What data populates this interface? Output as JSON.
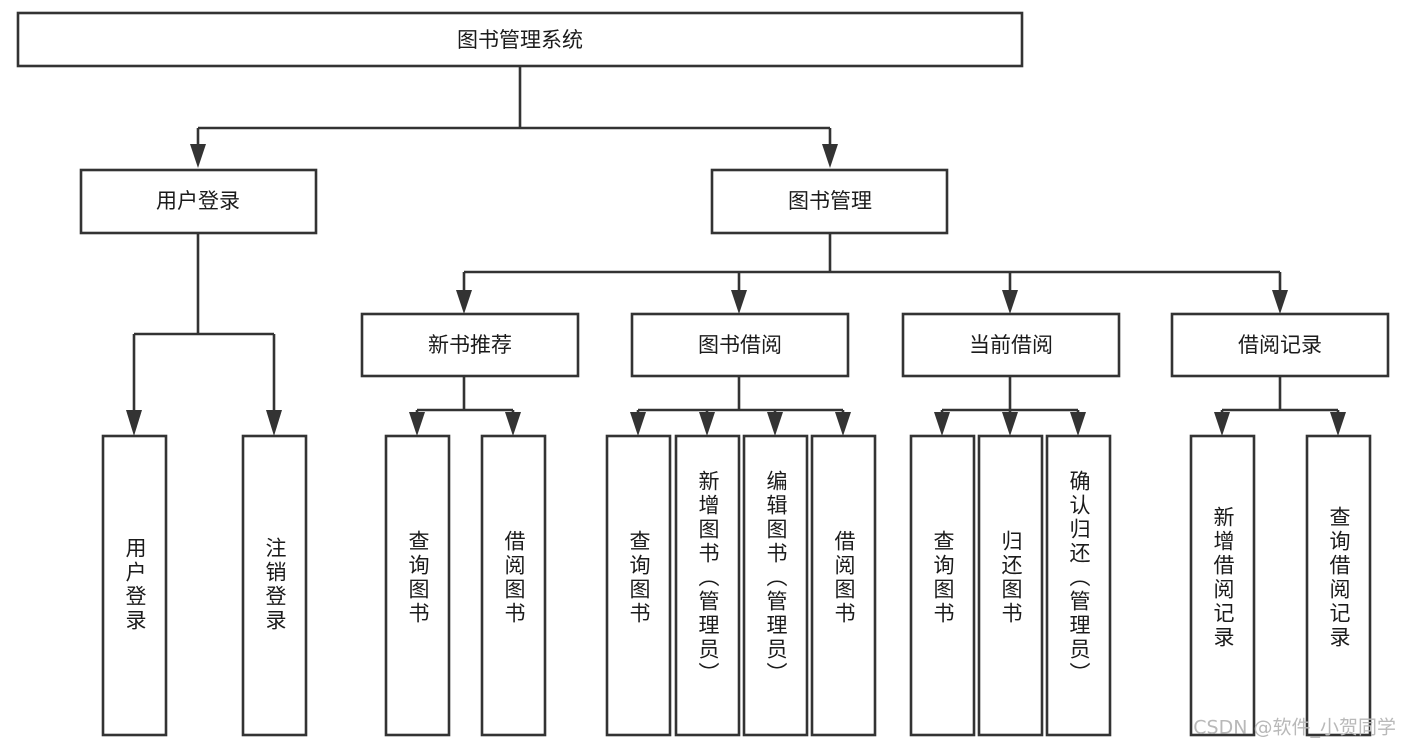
{
  "diagram": {
    "title": "图书管理系统",
    "type": "hierarchy-tree",
    "root": {
      "label": "图书管理系统"
    },
    "level2": [
      {
        "label": "用户登录"
      },
      {
        "label": "图书管理"
      }
    ],
    "level3": [
      {
        "label": "新书推荐"
      },
      {
        "label": "图书借阅"
      },
      {
        "label": "当前借阅"
      },
      {
        "label": "借阅记录"
      }
    ],
    "leaves": {
      "user_login": [
        {
          "label": "用户登录"
        },
        {
          "label": "注销登录"
        }
      ],
      "new_book_recommend": [
        {
          "label": "查询图书"
        },
        {
          "label": "借阅图书"
        }
      ],
      "book_borrow": [
        {
          "label": "查询图书"
        },
        {
          "label": "新增图书（管理员）"
        },
        {
          "label": "编辑图书（管理员）"
        },
        {
          "label": "借阅图书"
        }
      ],
      "current_borrow": [
        {
          "label": "查询图书"
        },
        {
          "label": "归还图书"
        },
        {
          "label": "确认归还（管理员）"
        }
      ],
      "borrow_record": [
        {
          "label": "新增借阅记录"
        },
        {
          "label": "查询借阅记录"
        }
      ]
    }
  },
  "watermark": {
    "text": "CSDN @软件_小贺同学"
  },
  "colors": {
    "stroke": "#333333",
    "fill": "#ffffff",
    "text": "#1b1b1b",
    "watermark": "#b9b9b9"
  }
}
